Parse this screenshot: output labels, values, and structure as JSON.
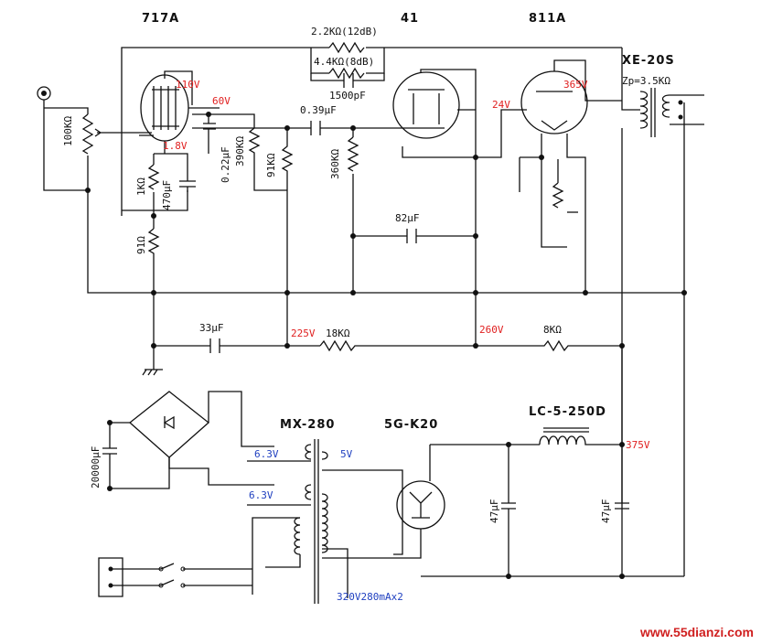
{
  "tubes": {
    "t717a": "717A",
    "t41": "41",
    "t811a": "811A",
    "rect": "5G-K20"
  },
  "transformers": {
    "output": "XE-20S",
    "output_impedance": "Zp=3.5KΩ",
    "power": "MX-280",
    "choke": "LC-5-250D"
  },
  "components": {
    "vr_input": "100KΩ",
    "r_fb1": "2.2KΩ(12dB)",
    "r_fb2": "4.4KΩ(8dB)",
    "c_fb": "1500pF",
    "r_k1": "1KΩ",
    "c_k1": "470μF",
    "r_91a": "91Ω",
    "c_g2": "0.22μF",
    "r_390": "390KΩ",
    "r_91k": "91KΩ",
    "c_coup": "0.39μF",
    "r_360": "360KΩ",
    "c_82": "82μF",
    "c_33": "33μF",
    "r_18k": "18KΩ",
    "r_8k": "8KΩ",
    "c_20000": "20000μF",
    "c_47a": "47μF",
    "c_47b": "47μF"
  },
  "voltages": {
    "v110": "110V",
    "v60": "60V",
    "v1_8": "1.8V",
    "v24": "24V",
    "v365": "365V",
    "v225": "225V",
    "v260": "260V",
    "v375": "375V"
  },
  "windings": {
    "h1": "6.3V",
    "h2": "6.3V",
    "h5": "5V",
    "hv": "320V280mAx2"
  },
  "watermark": "www.55dianzi.com",
  "colors": {
    "red": "#e02020",
    "blue": "#2040c0",
    "watermark": "#d02020"
  }
}
